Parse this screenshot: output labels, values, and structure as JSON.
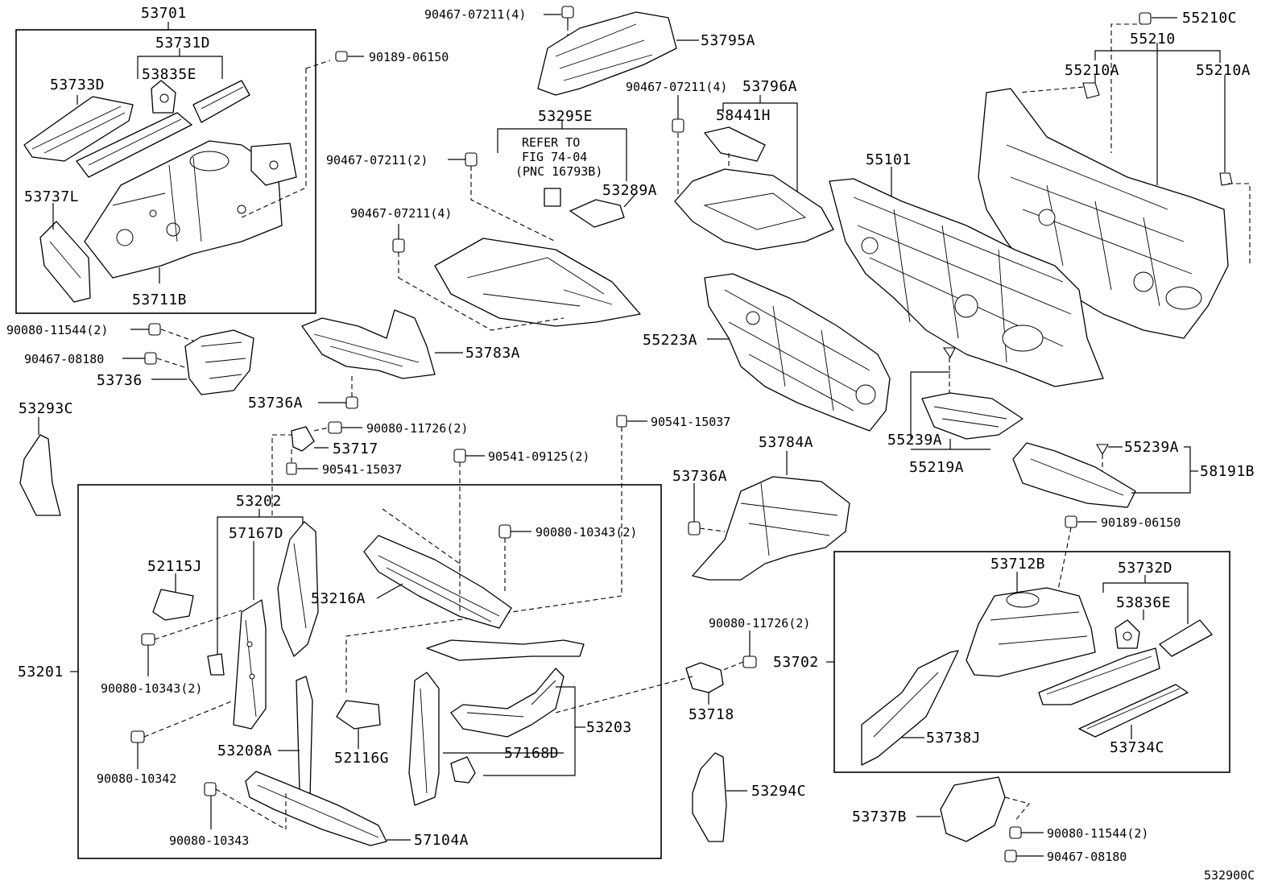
{
  "labels": {
    "p53701": "53701",
    "p53731D": "53731D",
    "p53733D": "53733D",
    "p53835E": "53835E",
    "p53737L": "53737L",
    "p53711B": "53711B",
    "p90189_06150_a": "90189-06150",
    "p90467_07211_4_top": "90467-07211(4)",
    "p53795A": "53795A",
    "p90467_07211_4_mid": "90467-07211(4)",
    "p53796A": "53796A",
    "p58441H": "58441H",
    "p53295E": "53295E",
    "refer_line1": "REFER TO",
    "refer_line2": "FIG 74-04",
    "refer_line3": "(PNC 16793B)",
    "p90467_07211_2": "90467-07211(2)",
    "p53289A": "53289A",
    "p90467_07211_4_left": "90467-07211(4)",
    "p55210C": "55210C",
    "p55210": "55210",
    "p55210A_left": "55210A",
    "p55210A_right": "55210A",
    "p55101": "55101",
    "p90080_11544_2_a": "90080-11544(2)",
    "p90467_08180_a": "90467-08180",
    "p53736": "53736",
    "p53783A": "53783A",
    "p53736A_a": "53736A",
    "p55223A": "55223A",
    "p53293C": "53293C",
    "p90080_11726_2_a": "90080-11726(2)",
    "p53717": "53717",
    "p90541_15037_a": "90541-15037",
    "p90541_15037_b": "90541-15037",
    "p90541_09125_2": "90541-09125(2)",
    "p53784A": "53784A",
    "p55239A_a": "55239A",
    "p55219A": "55219A",
    "p55239A_b": "55239A",
    "p58191B": "58191B",
    "p53202": "53202",
    "p57167D": "57167D",
    "p52115J": "52115J",
    "p53216A": "53216A",
    "p90080_10343_2_a": "90080-10343(2)",
    "p53736A_b": "53736A",
    "p90189_06150_b": "90189-06150",
    "p53712B": "53712B",
    "p53732D": "53732D",
    "p53836E": "53836E",
    "p53201": "53201",
    "p90080_10343_2_b": "90080-10343(2)",
    "p90080_11726_2_b": "90080-11726(2)",
    "p53702": "53702",
    "p53718": "53718",
    "p53203": "53203",
    "p90080_10342": "90080-10342",
    "p53208A": "53208A",
    "p52116G": "52116G",
    "p57168D": "57168D",
    "p53738J": "53738J",
    "p53734C": "53734C",
    "p53294C": "53294C",
    "p90080_10343": "90080-10343",
    "p57104A": "57104A",
    "p53737B": "53737B",
    "p90080_11544_2_b": "90080-11544(2)",
    "p90467_08180_b": "90467-08180",
    "diagram_code": "532900C"
  }
}
